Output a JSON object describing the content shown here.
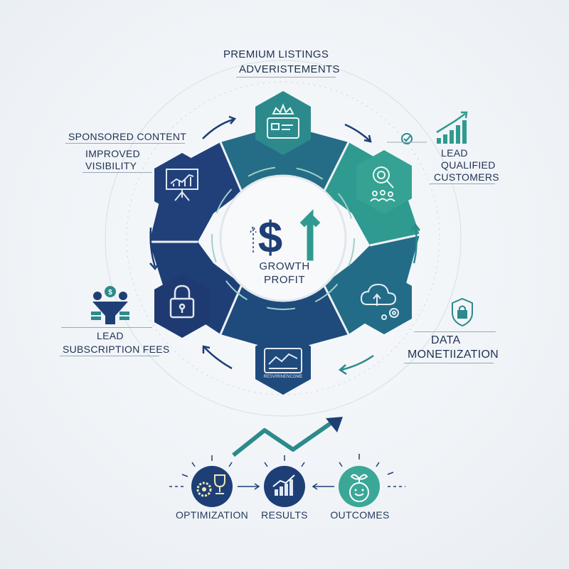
{
  "labels": {
    "top_line1": "PREMIUM LISTINGS",
    "top_line2": "ADVERISTEMENTS",
    "sponsored": "SPONSORED CONTENT",
    "improved1": "IMPROVED",
    "improved2": "VISIBILITY",
    "lead1": "LEAD",
    "lead2": "QUALIFIED",
    "lead3": "CUSTOMERS",
    "data1": "DATA",
    "data2": "MONETIIZATION",
    "sub1": "LEAD",
    "sub2": "SUBSCRIPTION FEES",
    "screen_text": "RESVIRINENCOME"
  },
  "center": {
    "line1": "GROWTH",
    "line2": "PROFIT"
  },
  "bottom": {
    "optimization": "OPTIMIZATION",
    "results": "RESULTS",
    "outcomes": "OUTCOMES"
  },
  "colors": {
    "navy": "#22407a",
    "navy_dark": "#1c3566",
    "teal": "#2c8a8c",
    "teal_light": "#3aa797",
    "text": "#1f3152"
  },
  "icons": [
    "crown-card-icon",
    "target-search-icon",
    "cloud-gear-icon",
    "chart-card-icon",
    "lock-icon",
    "presentation-chart-icon",
    "dollar-arrow-icon",
    "gear-trophy-icon",
    "bar-chart-icon",
    "sprout-face-icon",
    "check-icon",
    "rising-bars-icon",
    "shield-lock-icon",
    "funnel-people-icon"
  ]
}
